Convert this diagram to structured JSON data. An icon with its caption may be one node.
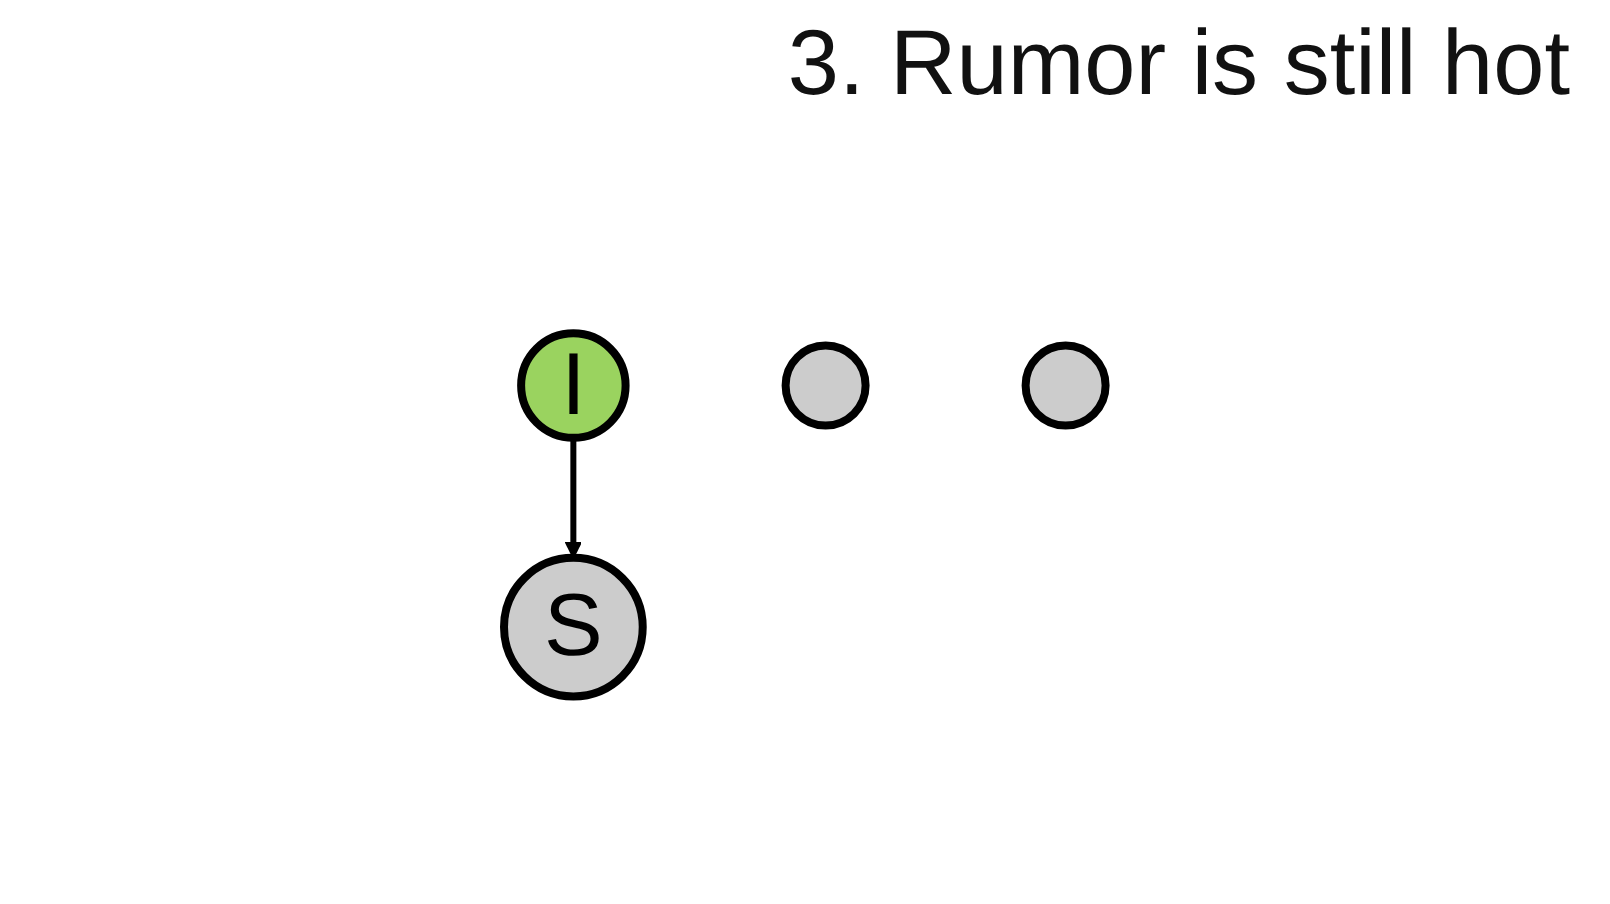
{
  "diagram": {
    "title": "3. Rumor is still hot",
    "nodes": [
      {
        "text": [
          "I"
        ]
      },
      {
        "text": [
          "S"
        ]
      },
      {
        "text": [],
        "shape": "circle"
      },
      {
        "text": [],
        "shape": "circle"
      }
    ],
    "edges": [
      {
        "from": 0,
        "to": 1,
        "arrow": "to"
      }
    ]
  }
}
